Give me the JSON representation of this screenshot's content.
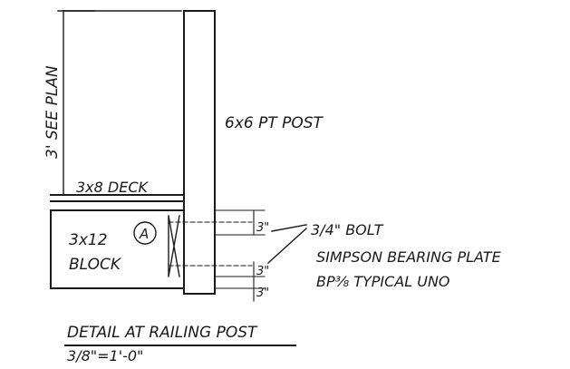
{
  "labels": {
    "see_plan": "3' SEE PLAN",
    "post": "6x6 PT POST",
    "deck": "3x8 DECK",
    "block_line1": "3x12",
    "block_line2": "BLOCK",
    "callout": "A",
    "dim_top": "3\"",
    "dim_bottom_1": "3\"",
    "dim_bottom_2": "3\"",
    "bolt": "3/4\" BOLT",
    "plate": "SIMPSON BEARING PLATE",
    "plate_note": "BP⅜  TYPICAL UNO",
    "title": "DETAIL AT RAILING POST",
    "scale": "3/8\"=1'-0\""
  }
}
